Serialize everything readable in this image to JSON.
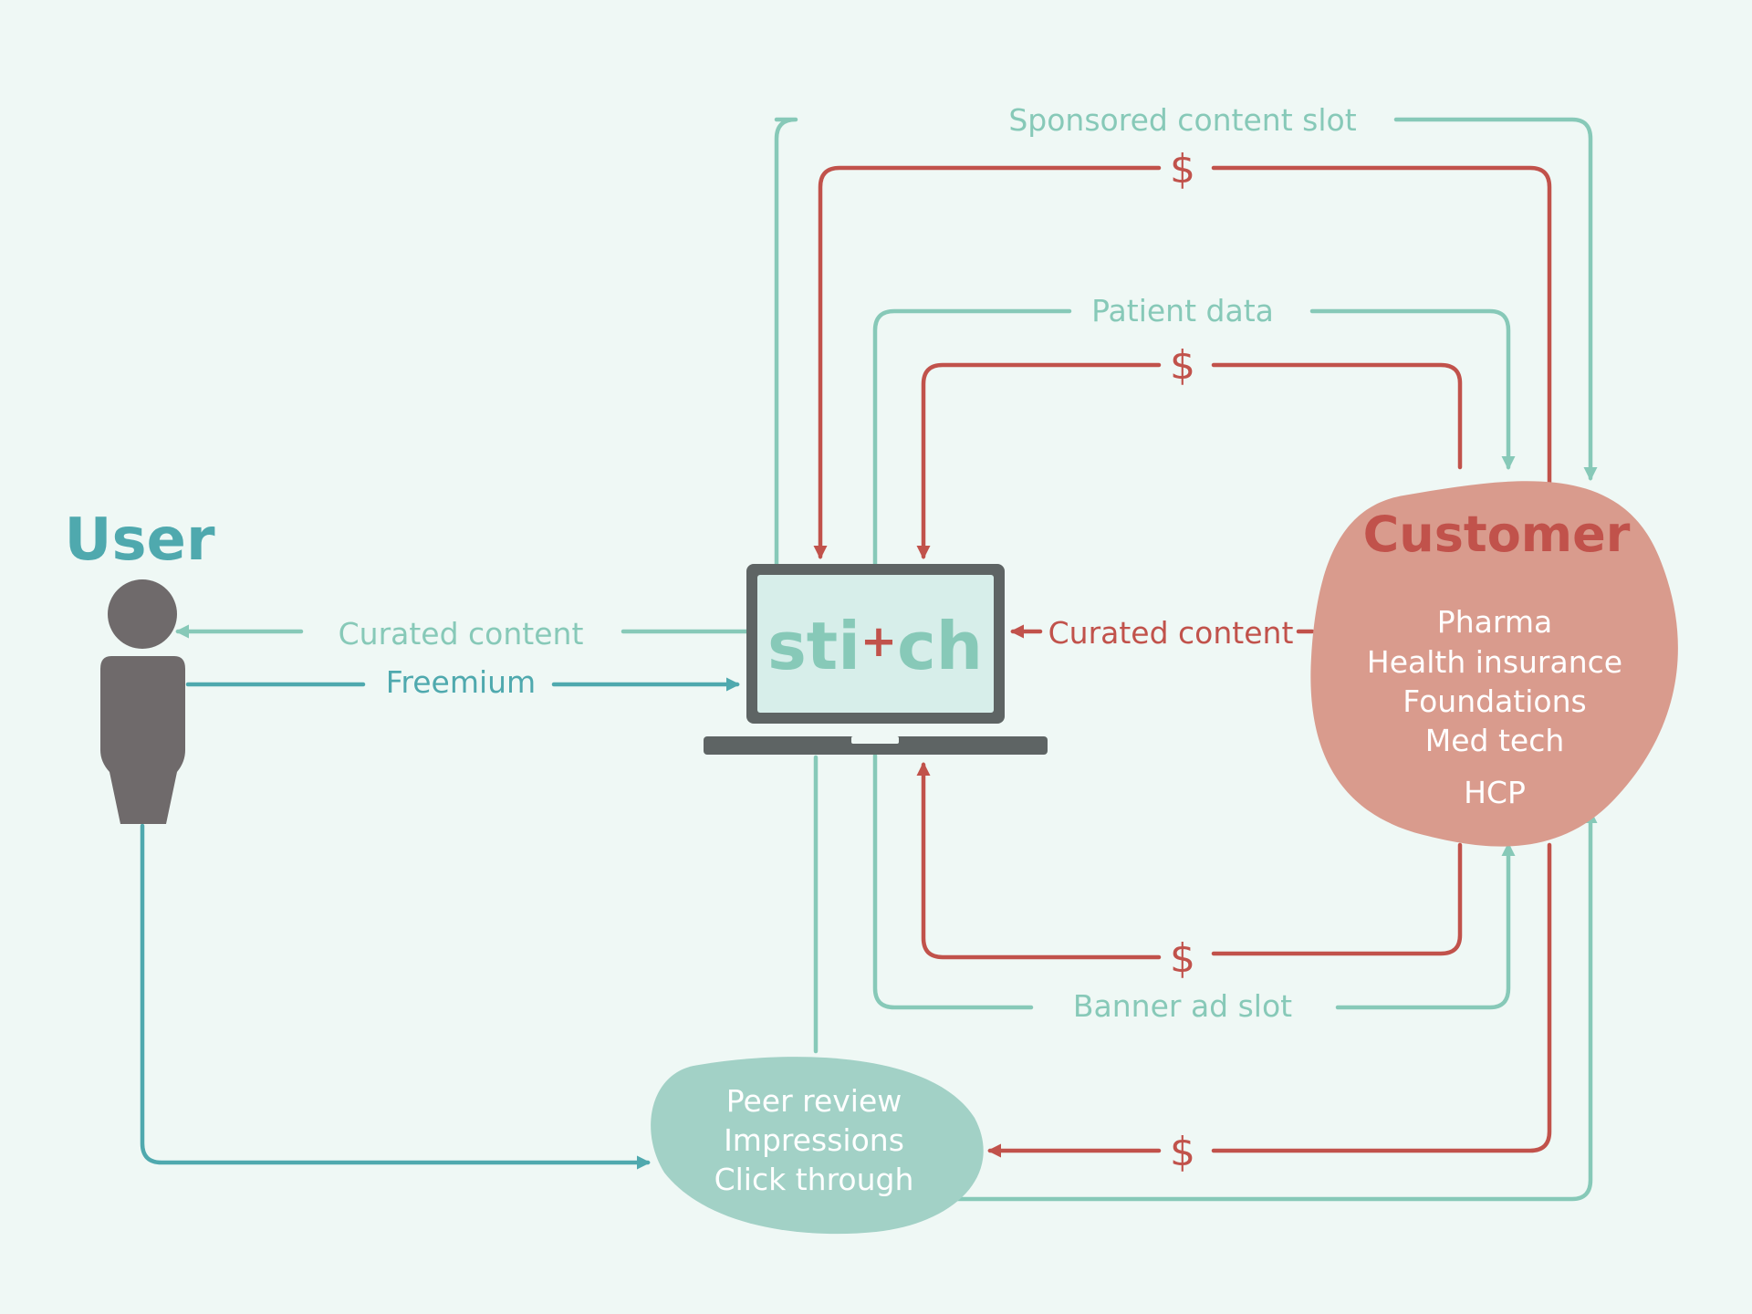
{
  "user": {
    "title": "User"
  },
  "customer": {
    "title": "Customer",
    "items": [
      "Pharma",
      "Health insurance",
      "Foundations",
      "Med tech",
      "HCP"
    ]
  },
  "stitch": {
    "logo_left": "sti",
    "logo_right": "ch"
  },
  "peer": {
    "lines": [
      "Peer review",
      "Impressions",
      "Click through"
    ]
  },
  "flows": {
    "sponsored_content_slot": "Sponsored content slot",
    "patient_data": "Patient data",
    "banner_ad_slot": "Banner ad slot",
    "curated_content_user": "Curated content",
    "curated_content_customer": "Curated content",
    "freemium": "Freemium",
    "dollar": "$"
  },
  "colors": {
    "teal_light": "#87c9b8",
    "teal_dark": "#4fa9ae",
    "red": "#c1524b",
    "customer_fill": "#d99b8d",
    "peer_fill": "#a2d1c6",
    "person": "#6f6a6b",
    "laptop": "#5e6464",
    "screen": "#d7eeea"
  }
}
